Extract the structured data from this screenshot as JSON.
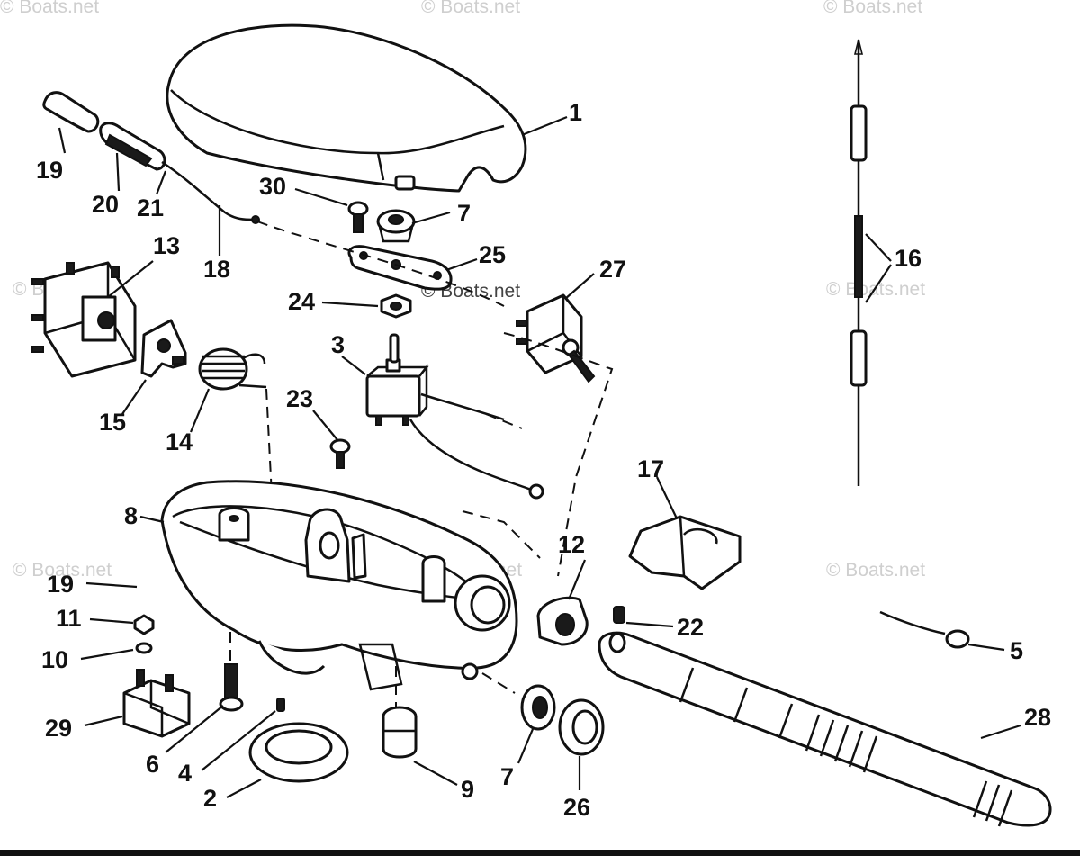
{
  "watermark": "© Boats.net",
  "callouts": {
    "c1": "1",
    "c2": "2",
    "c3": "3",
    "c4": "4",
    "c5": "5",
    "c6": "6",
    "c7a": "7",
    "c7b": "7",
    "c8": "8",
    "c9": "9",
    "c10": "10",
    "c11": "11",
    "c12": "12",
    "c13": "13",
    "c14": "14",
    "c15": "15",
    "c16": "16",
    "c17": "17",
    "c18": "18",
    "c19a": "19",
    "c19b": "19",
    "c20": "20",
    "c21": "21",
    "c22": "22",
    "c23": "23",
    "c24": "24",
    "c25": "25",
    "c26": "26",
    "c27": "27",
    "c28": "28",
    "c29": "29",
    "c30": "30"
  },
  "colors": {
    "ink": "#111111",
    "paper": "#ffffff",
    "watermark": "#cfcfcf"
  }
}
